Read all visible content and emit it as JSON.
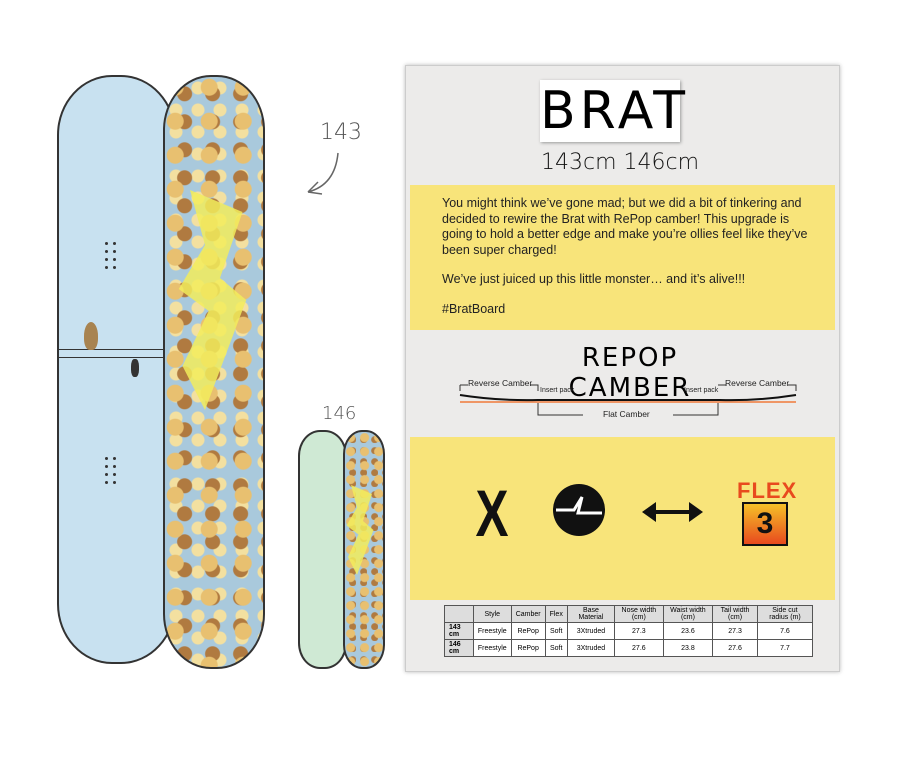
{
  "boards": {
    "large_size_label": "143",
    "small_size_label": "146"
  },
  "header": {
    "title": "BRAT",
    "sizes": "143cm  146cm"
  },
  "description": {
    "paragraphs": [
      "You might think we’ve gone mad; but we did a bit of tinkering and decided to rewire the Brat with RePop camber!  This upgrade is going to hold a better edge and make you’re ollies feel like they’ve been super charged!",
      "We’ve just juiced up this little monster… and it’s alive!!!",
      "#BratBoard"
    ]
  },
  "camber": {
    "title": "REPOP CAMBER",
    "reverse_left": "Reverse Camber",
    "reverse_right": "Reverse Camber",
    "insert_left": "Insert pack",
    "insert_right": "Insert pack",
    "flat": "Flat Camber",
    "line_color": "#f07a3a"
  },
  "icons": [
    "x-style-icon",
    "repop-circle-icon",
    "double-arrow-icon",
    "flex-icon"
  ],
  "flex": {
    "label": "FLEX",
    "value": "3"
  },
  "specs": {
    "headers": [
      "",
      "Style",
      "Camber",
      "Flex",
      "Base Material",
      "Nose width (cm)",
      "Waist width (cm)",
      "Tail width (cm)",
      "Side cut radius (m)"
    ],
    "rows": [
      [
        "143 cm",
        "Freestyle",
        "RePop",
        "Soft",
        "3Xtruded",
        "27.3",
        "23.6",
        "27.3",
        "7.6"
      ],
      [
        "146 cm",
        "Freestyle",
        "RePop",
        "Soft",
        "3Xtruded",
        "27.6",
        "23.8",
        "27.6",
        "7.7"
      ]
    ]
  }
}
